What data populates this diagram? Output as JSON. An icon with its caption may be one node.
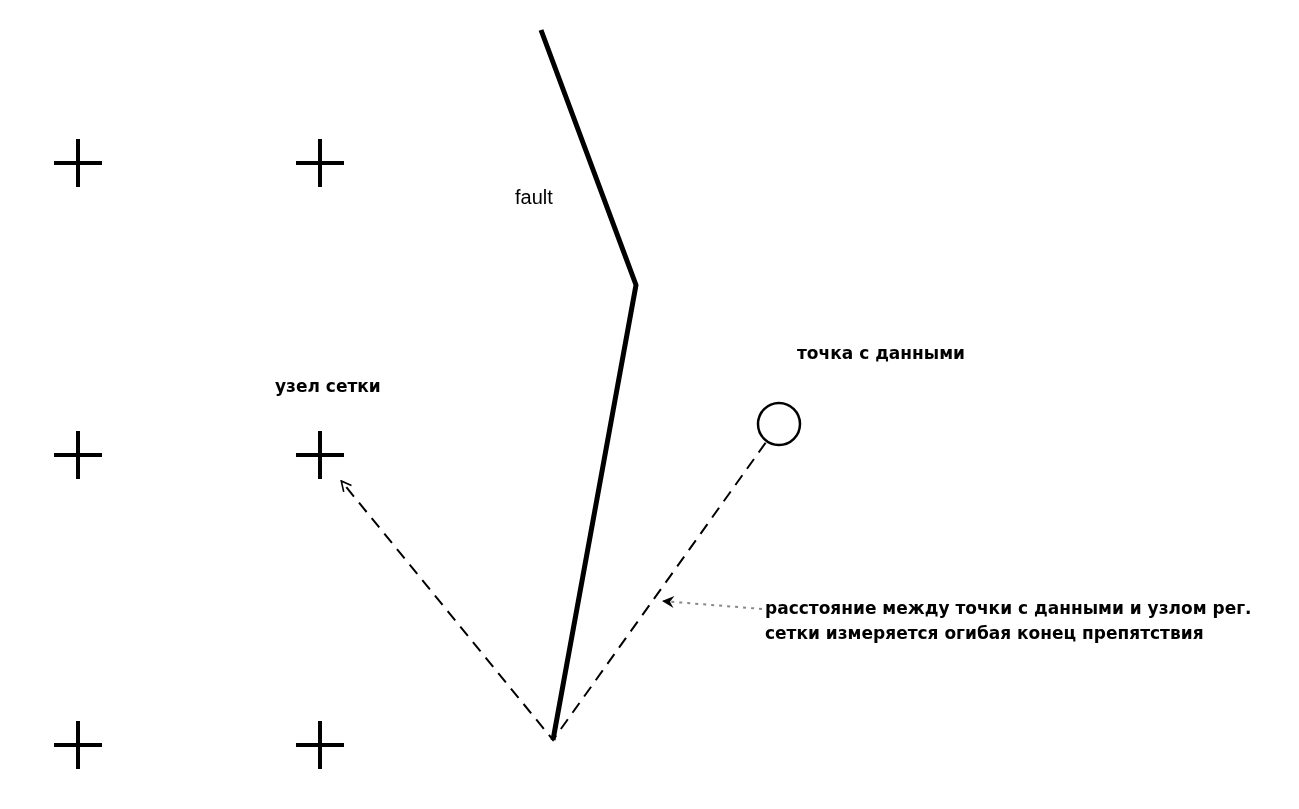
{
  "diagram": {
    "nodes": [
      {
        "text": [],
        "shape": "cross"
      },
      {
        "text": [],
        "shape": "cross"
      },
      {
        "text": [],
        "shape": "circle",
        "beside": [
          "точка с данными"
        ]
      },
      {
        "text": [],
        "shape": "cross",
        "beside": [
          "узел сетки"
        ]
      },
      {
        "text": [],
        "shape": "cross"
      },
      {
        "text": [
          "расстояние между точки с данными и узлом рег. сетки измеряется огибая конец препятствия"
        ]
      },
      {
        "text": [],
        "shape": "cross"
      },
      {
        "text": [],
        "shape": "cross"
      }
    ],
    "edges": [
      {
        "from": 2,
        "to": 3,
        "arrow": "to",
        "style": "dashed"
      },
      {
        "from": 5,
        "to": null,
        "arrow": "to",
        "style": "dashed",
        "color": "#888888"
      }
    ],
    "labels": [
      "fault"
    ]
  }
}
